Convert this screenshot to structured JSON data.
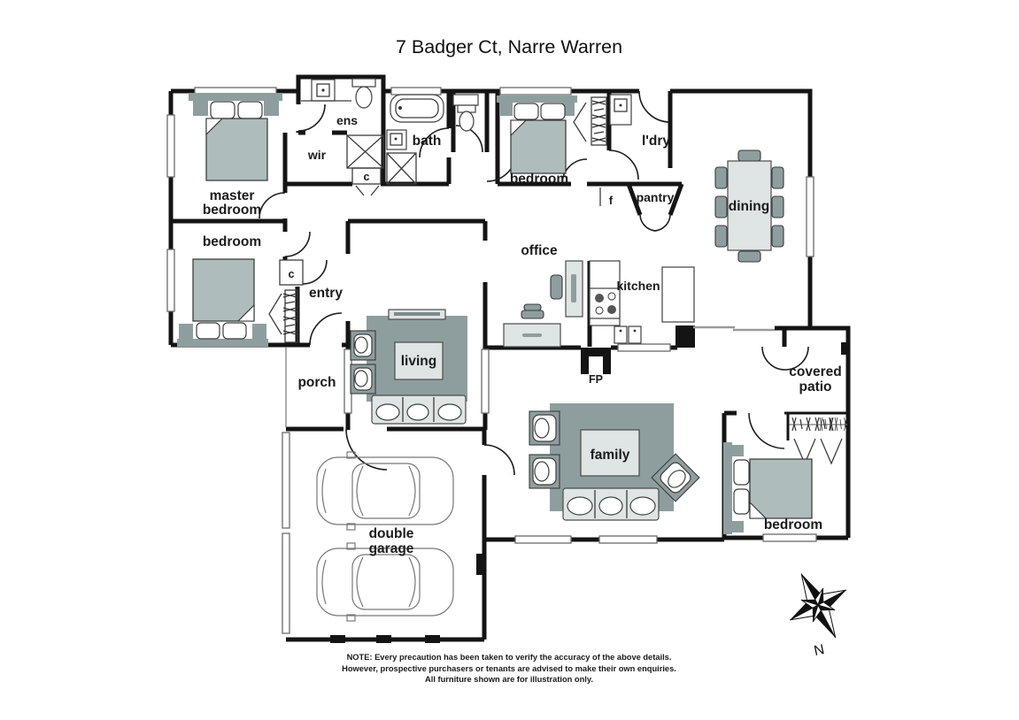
{
  "title": "7 Badger Ct, Narre Warren",
  "rooms": {
    "master_bedroom": {
      "line1": "master",
      "line2": "bedroom"
    },
    "bedroom_left": "bedroom",
    "wir": "wir",
    "ens": "ens",
    "bath": "bath",
    "closet_hall": "c",
    "closet_entry": "c",
    "bedroom_top": "bedroom",
    "laundry": "l'dry",
    "fridge": "f",
    "pantry": "pantry",
    "dining": "dining",
    "office": "office",
    "kitchen": "kitchen",
    "entry": "entry",
    "porch": "porch",
    "living": "living",
    "fireplace": "FP",
    "family": "family",
    "covered_patio": {
      "line1": "covered",
      "line2": "patio"
    },
    "bedroom_right": "bedroom",
    "garage": {
      "line1": "double",
      "line2": "garage"
    }
  },
  "compass": {
    "north_label": "N"
  },
  "note": {
    "line1": "NOTE: Every precaution has been taken to verify the accuracy of the above details.",
    "line2": "However, prospective purchasers or tenants are advised to make their own enquiries.",
    "line3": "All furniture shown are for illustration only."
  },
  "colors": {
    "wall": "#141414",
    "furniture_dark": "#8e9e9e",
    "furniture_mid": "#aebcbb",
    "furniture_light": "#dfe4e4",
    "window_outline": "#6a6a6a"
  }
}
